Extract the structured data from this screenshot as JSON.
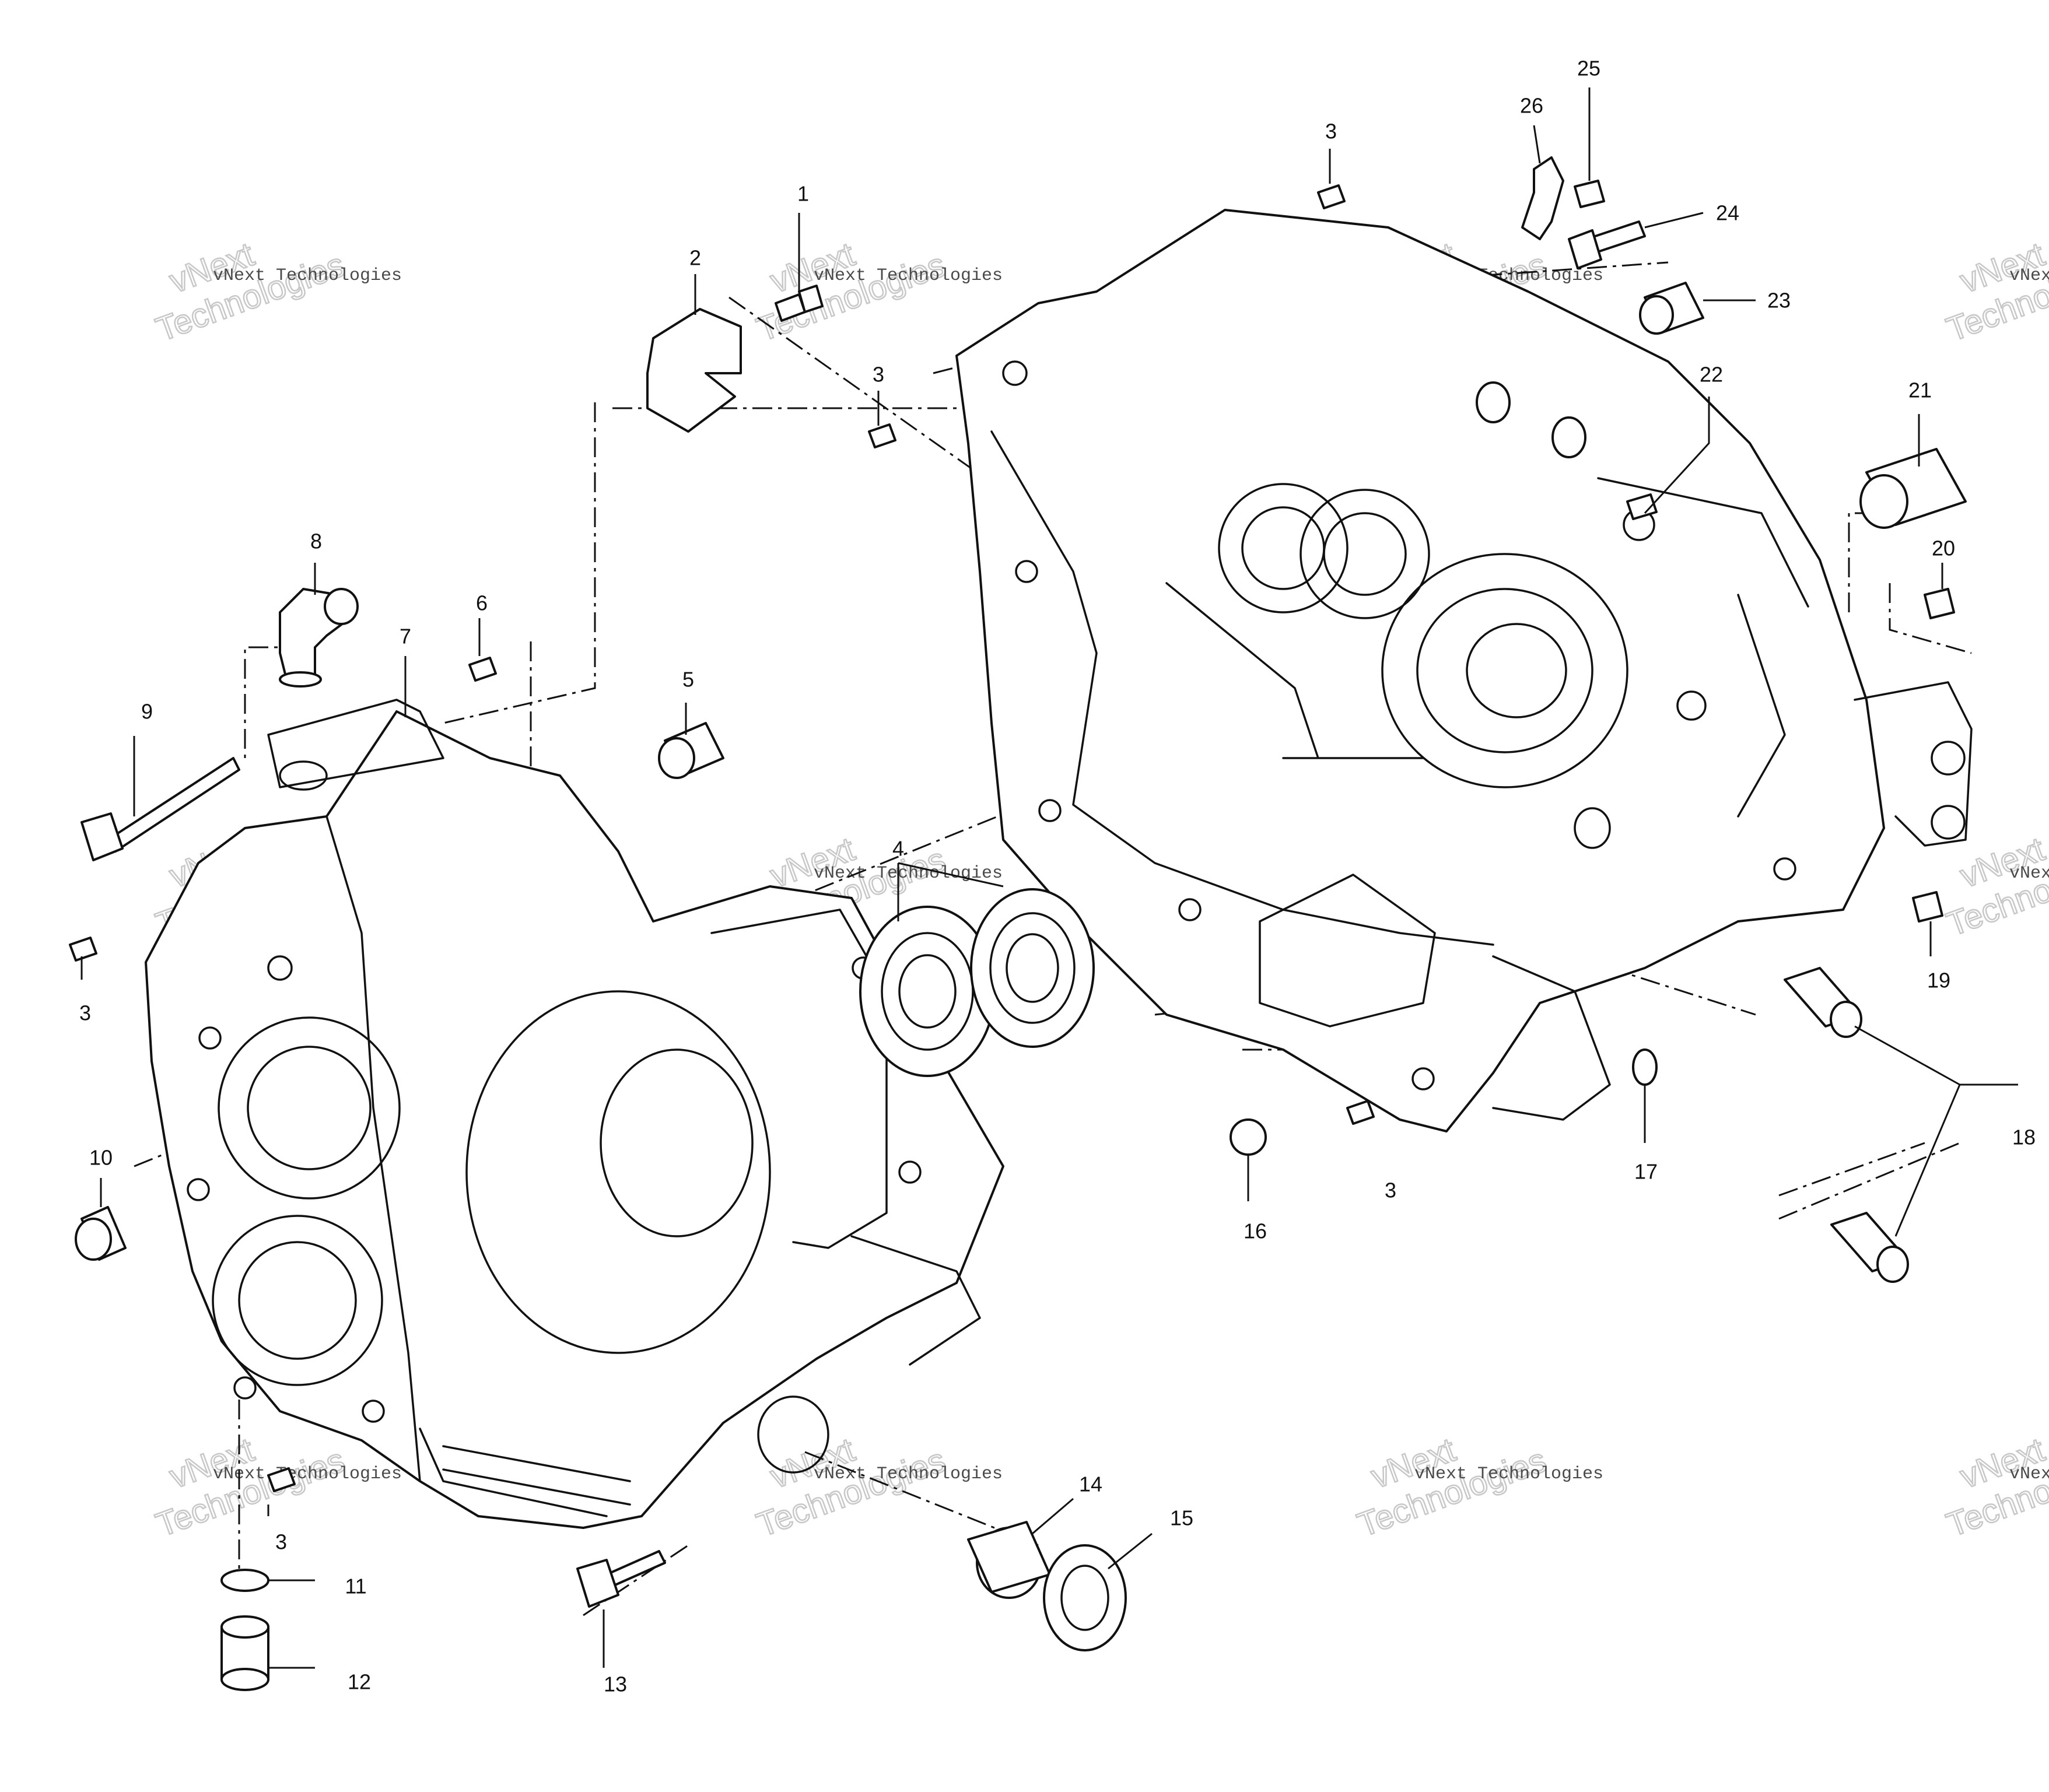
{
  "watermark": {
    "line1": "vNext Technologies",
    "line2a": "vNext",
    "line2b": "Technologies"
  },
  "callouts": {
    "n1": "1",
    "n2": "2",
    "n3": "3",
    "n4": "4",
    "n5": "5",
    "n6": "6",
    "n7": "7",
    "n8": "8",
    "n9": "9",
    "n10": "10",
    "n11": "11",
    "n12": "12",
    "n13": "13",
    "n14": "14",
    "n15": "15",
    "n16": "16",
    "n17": "17",
    "n18": "18",
    "n19": "19",
    "n20": "20",
    "n21": "21",
    "n22": "22",
    "n23": "23",
    "n24": "24",
    "n25": "25",
    "n26": "26"
  }
}
